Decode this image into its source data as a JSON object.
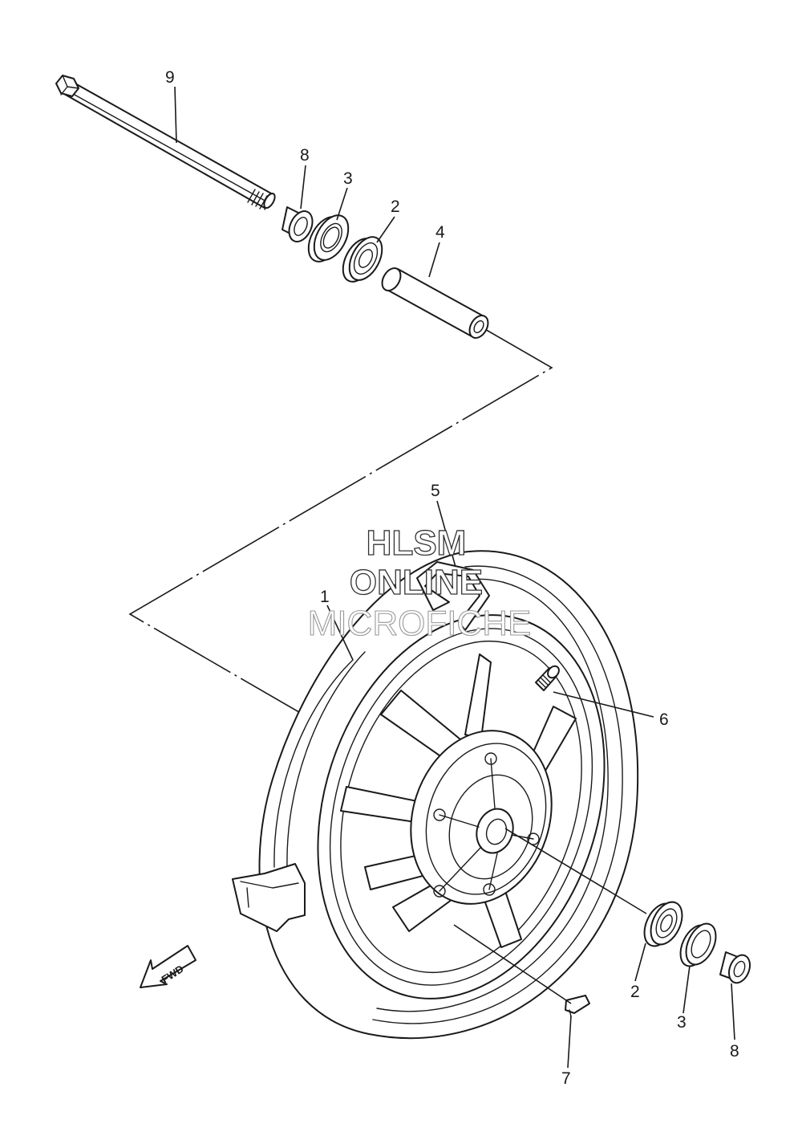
{
  "diagram": {
    "watermark": [
      "HLSM",
      "ONLINE",
      "MICROFICHE"
    ],
    "fwd_label": "FWD",
    "callouts": {
      "axle": "9",
      "collar_top": "8",
      "oil_seal_top": "3",
      "bearing_top": "2",
      "spacer": "4",
      "tire": "5",
      "wheel": "1",
      "valve": "6",
      "bearing_bottom": "2",
      "oil_seal_bottom": "3",
      "collar_bottom": "8",
      "balance_weight": "7"
    }
  }
}
